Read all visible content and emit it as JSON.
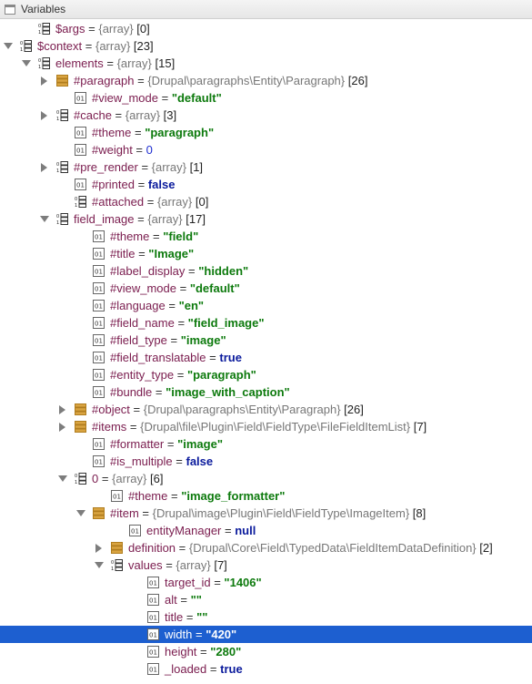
{
  "window": {
    "title": "Variables"
  },
  "rows": [
    {
      "depth": 1,
      "expand": "none",
      "icon": "array",
      "name": "$args",
      "op": " = ",
      "type": "{array}",
      "value": " [0]",
      "vclass": "count"
    },
    {
      "depth": 0,
      "expand": "expanded",
      "icon": "array",
      "name": "$context",
      "op": " = ",
      "type": "{array}",
      "value": " [23]",
      "vclass": "count"
    },
    {
      "depth": 1,
      "expand": "expanded",
      "icon": "array",
      "name": "elements",
      "op": " = ",
      "type": "{array}",
      "value": " [15]",
      "vclass": "count"
    },
    {
      "depth": 2,
      "expand": "collapsed",
      "icon": "object",
      "name": "#paragraph",
      "op": " = ",
      "type": "{Drupal\\paragraphs\\Entity\\Paragraph}",
      "value": " [26]",
      "vclass": "count"
    },
    {
      "depth": 3,
      "expand": "none",
      "icon": "field",
      "name": "#view_mode",
      "op": " = ",
      "type": "",
      "value": "\"default\"",
      "vclass": "str"
    },
    {
      "depth": 2,
      "expand": "collapsed",
      "icon": "array",
      "name": "#cache",
      "op": " = ",
      "type": "{array}",
      "value": " [3]",
      "vclass": "count"
    },
    {
      "depth": 3,
      "expand": "none",
      "icon": "field",
      "name": "#theme",
      "op": " = ",
      "type": "",
      "value": "\"paragraph\"",
      "vclass": "str"
    },
    {
      "depth": 3,
      "expand": "none",
      "icon": "field",
      "name": "#weight",
      "op": " = ",
      "type": "",
      "value": "0",
      "vclass": "num"
    },
    {
      "depth": 2,
      "expand": "collapsed",
      "icon": "array",
      "name": "#pre_render",
      "op": " = ",
      "type": "{array}",
      "value": " [1]",
      "vclass": "count"
    },
    {
      "depth": 3,
      "expand": "none",
      "icon": "field",
      "name": "#printed",
      "op": " = ",
      "type": "",
      "value": "false",
      "vclass": "kw"
    },
    {
      "depth": 3,
      "expand": "none",
      "icon": "array",
      "name": "#attached",
      "op": " = ",
      "type": "{array}",
      "value": " [0]",
      "vclass": "count"
    },
    {
      "depth": 2,
      "expand": "expanded",
      "icon": "array",
      "name": "field_image",
      "op": " = ",
      "type": "{array}",
      "value": " [17]",
      "vclass": "count"
    },
    {
      "depth": 4,
      "expand": "none",
      "icon": "field",
      "name": "#theme",
      "op": " = ",
      "type": "",
      "value": "\"field\"",
      "vclass": "str"
    },
    {
      "depth": 4,
      "expand": "none",
      "icon": "field",
      "name": "#title",
      "op": " = ",
      "type": "",
      "value": "\"Image\"",
      "vclass": "str"
    },
    {
      "depth": 4,
      "expand": "none",
      "icon": "field",
      "name": "#label_display",
      "op": " = ",
      "type": "",
      "value": "\"hidden\"",
      "vclass": "str"
    },
    {
      "depth": 4,
      "expand": "none",
      "icon": "field",
      "name": "#view_mode",
      "op": " = ",
      "type": "",
      "value": "\"default\"",
      "vclass": "str"
    },
    {
      "depth": 4,
      "expand": "none",
      "icon": "field",
      "name": "#language",
      "op": " = ",
      "type": "",
      "value": "\"en\"",
      "vclass": "str"
    },
    {
      "depth": 4,
      "expand": "none",
      "icon": "field",
      "name": "#field_name",
      "op": " = ",
      "type": "",
      "value": "\"field_image\"",
      "vclass": "str"
    },
    {
      "depth": 4,
      "expand": "none",
      "icon": "field",
      "name": "#field_type",
      "op": " = ",
      "type": "",
      "value": "\"image\"",
      "vclass": "str"
    },
    {
      "depth": 4,
      "expand": "none",
      "icon": "field",
      "name": "#field_translatable",
      "op": " = ",
      "type": "",
      "value": "true",
      "vclass": "kw"
    },
    {
      "depth": 4,
      "expand": "none",
      "icon": "field",
      "name": "#entity_type",
      "op": " = ",
      "type": "",
      "value": "\"paragraph\"",
      "vclass": "str"
    },
    {
      "depth": 4,
      "expand": "none",
      "icon": "field",
      "name": "#bundle",
      "op": " = ",
      "type": "",
      "value": "\"image_with_caption\"",
      "vclass": "str"
    },
    {
      "depth": 3,
      "expand": "collapsed",
      "icon": "object",
      "name": "#object",
      "op": " = ",
      "type": "{Drupal\\paragraphs\\Entity\\Paragraph}",
      "value": " [26]",
      "vclass": "count"
    },
    {
      "depth": 3,
      "expand": "collapsed",
      "icon": "object",
      "name": "#items",
      "op": " = ",
      "type": "{Drupal\\file\\Plugin\\Field\\FieldType\\FileFieldItemList}",
      "value": " [7]",
      "vclass": "count"
    },
    {
      "depth": 4,
      "expand": "none",
      "icon": "field",
      "name": "#formatter",
      "op": " = ",
      "type": "",
      "value": "\"image\"",
      "vclass": "str"
    },
    {
      "depth": 4,
      "expand": "none",
      "icon": "field",
      "name": "#is_multiple",
      "op": " = ",
      "type": "",
      "value": "false",
      "vclass": "kw"
    },
    {
      "depth": 3,
      "expand": "expanded",
      "icon": "array",
      "name": "0",
      "op": " = ",
      "type": "{array}",
      "value": " [6]",
      "vclass": "count"
    },
    {
      "depth": 5,
      "expand": "none",
      "icon": "field",
      "name": "#theme",
      "op": " = ",
      "type": "",
      "value": "\"image_formatter\"",
      "vclass": "str"
    },
    {
      "depth": 4,
      "expand": "expanded",
      "icon": "object",
      "name": "#item",
      "op": " = ",
      "type": "{Drupal\\image\\Plugin\\Field\\FieldType\\ImageItem}",
      "value": " [8]",
      "vclass": "count"
    },
    {
      "depth": 6,
      "expand": "none",
      "icon": "field",
      "name": "entityManager",
      "op": " = ",
      "type": "",
      "value": "null",
      "vclass": "kw"
    },
    {
      "depth": 5,
      "expand": "collapsed",
      "icon": "object",
      "name": "definition",
      "op": " = ",
      "type": "{Drupal\\Core\\Field\\TypedData\\FieldItemDataDefinition}",
      "value": " [2]",
      "vclass": "count"
    },
    {
      "depth": 5,
      "expand": "expanded",
      "icon": "array",
      "name": "values",
      "op": " = ",
      "type": "{array}",
      "value": " [7]",
      "vclass": "count"
    },
    {
      "depth": 7,
      "expand": "none",
      "icon": "field",
      "name": "target_id",
      "op": " = ",
      "type": "",
      "value": "\"1406\"",
      "vclass": "str"
    },
    {
      "depth": 7,
      "expand": "none",
      "icon": "field",
      "name": "alt",
      "op": " = ",
      "type": "",
      "value": "\"\"",
      "vclass": "str"
    },
    {
      "depth": 7,
      "expand": "none",
      "icon": "field",
      "name": "title",
      "op": " = ",
      "type": "",
      "value": "\"\"",
      "vclass": "str"
    },
    {
      "depth": 7,
      "expand": "none",
      "icon": "field",
      "name": "width",
      "op": " = ",
      "type": "",
      "value": "\"420\"",
      "vclass": "str",
      "selected": true
    },
    {
      "depth": 7,
      "expand": "none",
      "icon": "field",
      "name": "height",
      "op": " = ",
      "type": "",
      "value": "\"280\"",
      "vclass": "str"
    },
    {
      "depth": 7,
      "expand": "none",
      "icon": "field",
      "name": "_loaded",
      "op": " = ",
      "type": "",
      "value": "true",
      "vclass": "kw"
    }
  ],
  "colors": {
    "selection": "#1d5fd0",
    "key": "#7a1c4e",
    "string": "#0d7a0d",
    "keyword": "#0a1a9c",
    "type": "#777777"
  }
}
